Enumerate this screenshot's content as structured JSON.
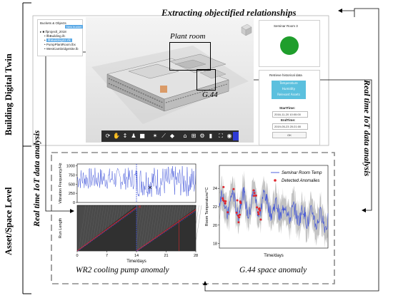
{
  "top_title": "Extracting objectified relationships",
  "left_labels": {
    "building": "Building Digital Twin",
    "asset": "Asset/Space Level",
    "iot_left": "Real time IoT data analysis",
    "iot_right": "Real time IoT data analysis"
  },
  "twin_ui": {
    "tree_header": "Buckets & Objects",
    "tree_button": "New bucket",
    "tree_items": [
      "lfprojectl_2018",
      "lfbBuilding.ifc",
      "lfbBuilding02.rfk",
      "PumpPlantRoom.lbx",
      "WestCambridgeSite.lb"
    ],
    "plant_room_label": "Plant room",
    "g44_label": "G.44",
    "sensor_title": "Seminar Room 3",
    "history_title": "Retrieve historical data",
    "buttons": [
      "Temperature",
      "Humidity",
      "Relevant Assets"
    ],
    "start_label": "StartTime:",
    "start_value": "2016-11-20 10:00:00",
    "end_label": "EndTime:",
    "end_value": "2019-05-23 20:21:00",
    "ok_label": "OK",
    "toolbar_icons": [
      "orbit-icon",
      "hand-icon",
      "walk-icon",
      "person-icon",
      "camera-icon",
      "explode-icon",
      "measure-icon",
      "section-icon",
      "model-icon",
      "tree-icon",
      "properties-icon",
      "settings-icon",
      "fullscreen-icon",
      "vr-icon"
    ]
  },
  "captions": {
    "left": "WR2 cooling pump anomaly",
    "right": "G.44 space anomaly"
  },
  "colors": {
    "green_status": "#1f9e2c",
    "accent_blue": "#3b4fd8",
    "toolbar": "#2d2d2d"
  },
  "chart_data": [
    {
      "type": "line",
      "id": "vibration",
      "ylabel": "Vibration Frequency/Hz",
      "yticks": [
        0,
        250,
        500,
        750,
        1000
      ],
      "ylim": [
        0,
        1050
      ],
      "xlim": [
        0,
        28
      ],
      "changepoint": 14,
      "anomaly_marker": {
        "x": 17.2,
        "y": 400
      }
    },
    {
      "type": "heatmap",
      "id": "runlength",
      "xlabel": "Time/days",
      "ylabel": "Run Length",
      "xticks": [
        0,
        7,
        14,
        21,
        28
      ],
      "xlim": [
        0,
        28
      ],
      "changepoint": 14
    },
    {
      "type": "line",
      "id": "roomtemp",
      "xlabel": "Time/days",
      "ylabel": "Room Temperature/°C",
      "yticks": [
        18,
        20,
        22,
        24
      ],
      "ylim": [
        17.5,
        26.5
      ],
      "xlim": [
        0,
        28
      ],
      "series": [
        {
          "name": "Seminar Room Temp",
          "color": "#3b4fd8"
        },
        {
          "name": "Detected Anomalies",
          "color": "#e0262d"
        }
      ]
    }
  ]
}
